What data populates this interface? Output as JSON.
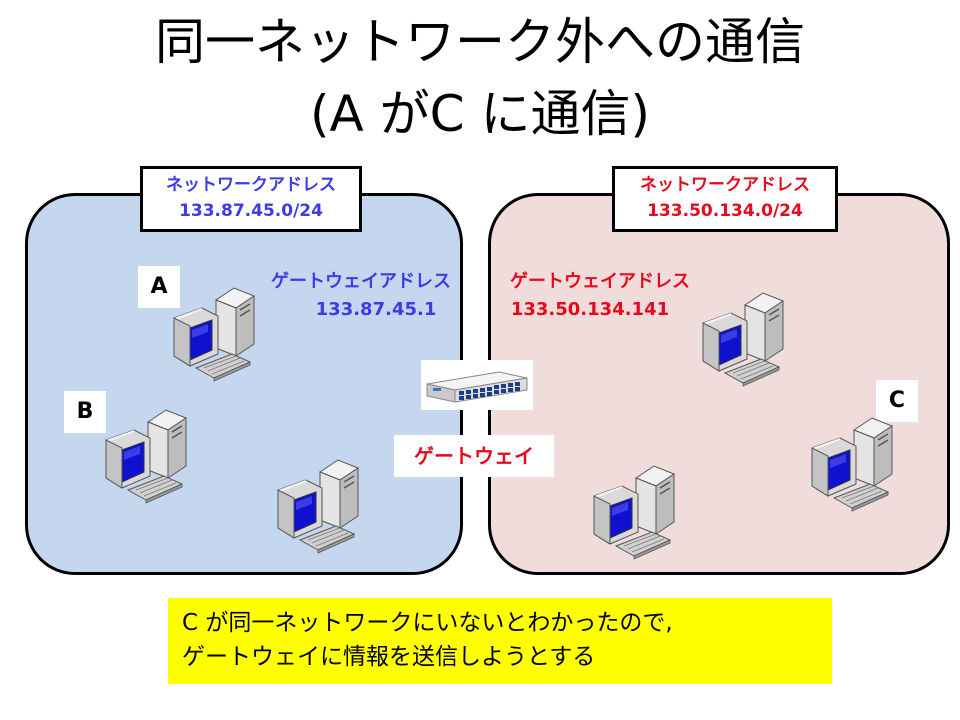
{
  "title": {
    "line1": "同一ネットワーク外への通信",
    "line2": "(A がC に通信)"
  },
  "networks": {
    "left": {
      "address_label": "ネットワークアドレス",
      "address": "133.87.45.0/24",
      "gateway_label": "ゲートウェイアドレス",
      "gateway_ip": "133.87.45.1",
      "color": "#3b3bea",
      "fill": "#c5d7ee"
    },
    "right": {
      "address_label": "ネットワークアドレス",
      "address": "133.50.134.0/24",
      "gateway_label": "ゲートウェイアドレス",
      "gateway_ip": "133.50.134.141",
      "color": "#e8081c",
      "fill": "#f1dcdc"
    }
  },
  "hosts": {
    "a": "A",
    "b": "B",
    "c": "C"
  },
  "gateway": {
    "label": "ゲートウェイ",
    "icon": "network-switch-icon"
  },
  "note": {
    "line1": "C が同一ネットワークにいないとわかったので,",
    "line2": "ゲートウェイに情報を送信しようとする",
    "background": "#ffff00"
  }
}
